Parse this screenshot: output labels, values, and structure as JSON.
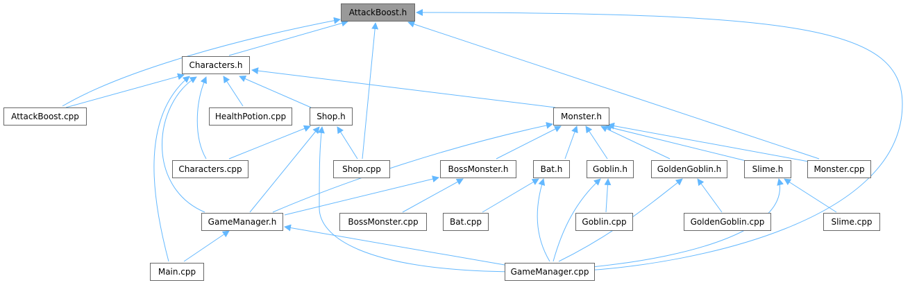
{
  "colors": {
    "edge": "#63b8ff",
    "node_border": "#666666",
    "root_fill": "#999999",
    "node_fill": "#ffffff"
  },
  "nodes": {
    "attackboost_h": "AttackBoost.h",
    "characters_h": "Characters.h",
    "attackboost_cpp": "AttackBoost.cpp",
    "healthpotion_cpp": "HealthPotion.cpp",
    "shop_h": "Shop.h",
    "monster_h": "Monster.h",
    "characters_cpp": "Characters.cpp",
    "shop_cpp": "Shop.cpp",
    "bossmonster_h": "BossMonster.h",
    "bat_h": "Bat.h",
    "goblin_h": "Goblin.h",
    "goldengoblin_h": "GoldenGoblin.h",
    "slime_h": "Slime.h",
    "monster_cpp": "Monster.cpp",
    "gamemanager_h": "GameManager.h",
    "bossmonster_cpp": "BossMonster.cpp",
    "bat_cpp": "Bat.cpp",
    "goblin_cpp": "Goblin.cpp",
    "goldengoblin_cpp": "GoldenGoblin.cpp",
    "slime_cpp": "Slime.cpp",
    "main_cpp": "Main.cpp",
    "gamemanager_cpp": "GameManager.cpp"
  }
}
